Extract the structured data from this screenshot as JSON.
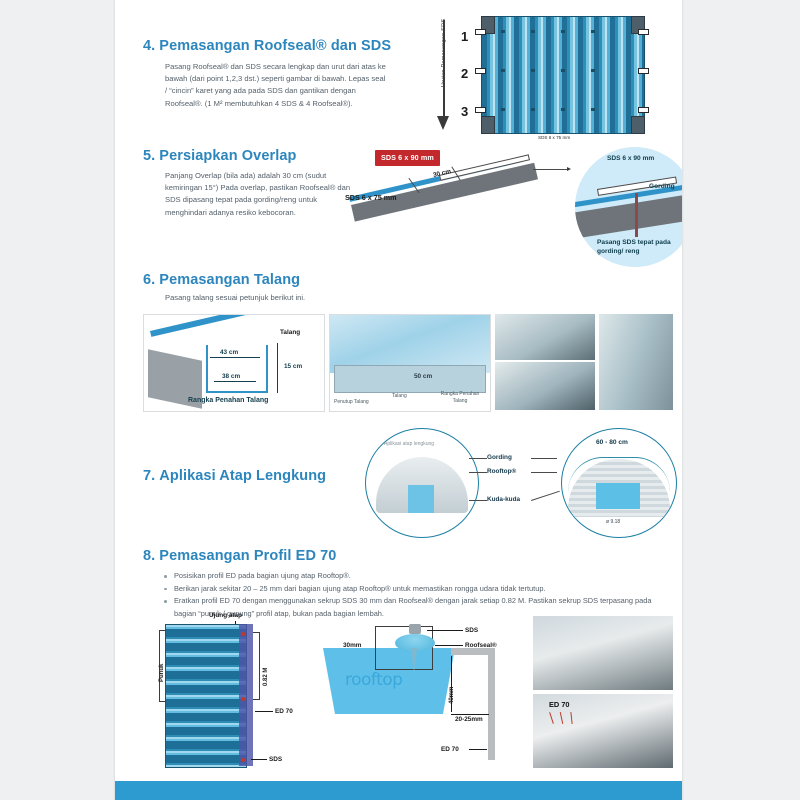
{
  "page": {
    "background_color": "#ffffff",
    "accent_blue": "#2c86bd",
    "bottom_bar_color": "#2e9bd0",
    "badge_red": "#c3282d"
  },
  "sections": [
    {
      "number": "4.",
      "title": "Pemasangan Roofseal® dan SDS",
      "body": "Pasang Roofseal® dan SDS secara lengkap dan urut dari atas ke bawah (dari point 1,2,3 dst.) seperti gambar di bawah. Lepas seal / “cincin” karet yang ada pada SDS dan gantikan dengan Roofseal®. (1 M² membutuhkan 4 SDS & 4 Roofseal®).",
      "figure": {
        "vertical_label": "Urutan Pemasangan SDS",
        "steps": [
          "1",
          "2",
          "3"
        ],
        "caption": "SDS 6 x 75 mm"
      }
    },
    {
      "number": "5.",
      "title": "Persiapkan Overlap",
      "body": "Panjang Overlap (bila ada) adalah 30 cm (sudut kemiringan 15°) Pada overlap, pastikan Roofseal® dan SDS dipasang tepat pada gording/reng untuk menghindari adanya resiko kebocoran.",
      "figure": {
        "badge": "SDS 6 x 90 mm",
        "label_left": "SDS 6 x 75 mm",
        "dim_overlap": "30 cm",
        "zoom_label_top": "SDS 6 x 90 mm",
        "zoom_label_gording": "Gording",
        "zoom_caption": "Pasang SDS tepat pada gording/ reng"
      }
    },
    {
      "number": "6.",
      "title": "Pemasangan Talang",
      "body": "Pasang talang sesuai petunjuk berikut ini.",
      "figure": {
        "panel1": {
          "label_talang": "Talang",
          "dim_top": "43 cm",
          "dim_bottom": "38 cm",
          "dim_height": "15 cm",
          "caption": "Rangka Penahan Talang"
        },
        "panel2": {
          "dim_spacing": "50 cm",
          "label_penutup": "Penutup Talang",
          "label_talang": "Talang",
          "label_rangka": "Rangka Penahan Talang"
        }
      }
    },
    {
      "number": "7.",
      "title": "Aplikasi Atap Lengkung",
      "figure": {
        "caption_left": "Aplikasi atap lengkung",
        "label_gording": "Gording",
        "label_rooftop": "Rooftop®",
        "label_kudakuda": "Kuda-kuda",
        "dim_spacing": "60 - 80 cm",
        "small_note": "ø 9.18"
      }
    },
    {
      "number": "8.",
      "title": "Pemasangan Profil ED 70",
      "bullets": [
        "Posisikan profil ED pada bagian ujung atap Rooftop®.",
        "Berikan jarak sekitar 20 – 25 mm dari bagian ujung atap Rooftop® untuk memastikan rongga udara tidak tertutup.",
        "Eratkan profil ED 70 dengan menggunakan sekrup SDS 30 mm dan Roofseal® dengan jarak setiap 0.82 M. Pastikan sekrup SDS terpasang pada bagian “punuk / gunung” profil atap, bukan pada bagian lembah."
      ],
      "figure_left": {
        "label_ujung": "Ujung atap",
        "label_punuk": "Punuk",
        "dim_spacing": "0.82 M",
        "label_ed70": "ED 70",
        "label_sds": "SDS"
      },
      "figure_mid": {
        "dim_30mm": "30mm",
        "label_sds": "SDS",
        "label_roofseal": "Roofseal®",
        "dim_40mm": "40mm",
        "dim_20_25mm": "20-25mm",
        "label_ed70": "ED 70",
        "brand": "rooftop"
      },
      "figure_photos": {
        "label_ed70": "ED 70"
      }
    }
  ]
}
